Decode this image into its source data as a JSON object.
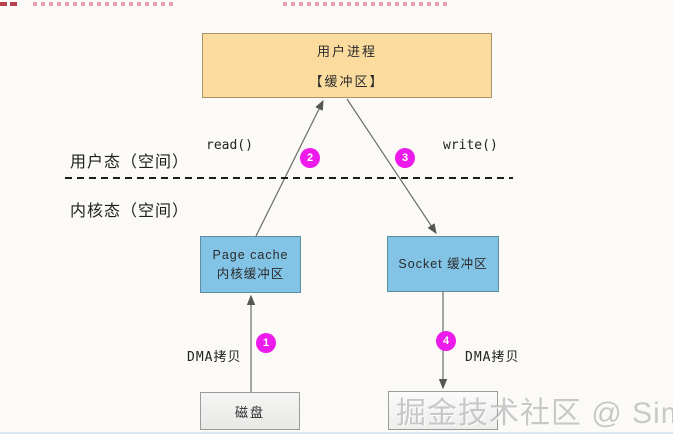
{
  "diagram": {
    "top_box": {
      "title": "用户进程",
      "subtitle": "【缓冲区】"
    },
    "syscalls": {
      "read": "read()",
      "write": "write()"
    },
    "zones": {
      "user": "用户态（空间）",
      "kernel": "内核态（空间）"
    },
    "kernel_boxes": {
      "page_cache": {
        "line1": "Page cache",
        "line2": "内核缓冲区"
      },
      "socket": {
        "label": "Socket 缓冲区"
      }
    },
    "dma": {
      "left": "DMA拷贝",
      "right": "DMA拷贝"
    },
    "bottom_boxes": {
      "disk": {
        "label": "磁盘"
      },
      "right": {
        "label": ""
      }
    },
    "steps": [
      "1",
      "2",
      "3",
      "4"
    ],
    "colors": {
      "top_box_fill": "#fbdc9e",
      "kernel_box_fill": "#82c3e6",
      "step_badge": "#ec1bec",
      "top_marks_pink": "#eb9cb1",
      "top_marks_red": "#b5414e",
      "arrow_line": "#6b6b6b"
    }
  },
  "watermark": {
    "text": "掘金技术社区 @ SimonKing"
  }
}
